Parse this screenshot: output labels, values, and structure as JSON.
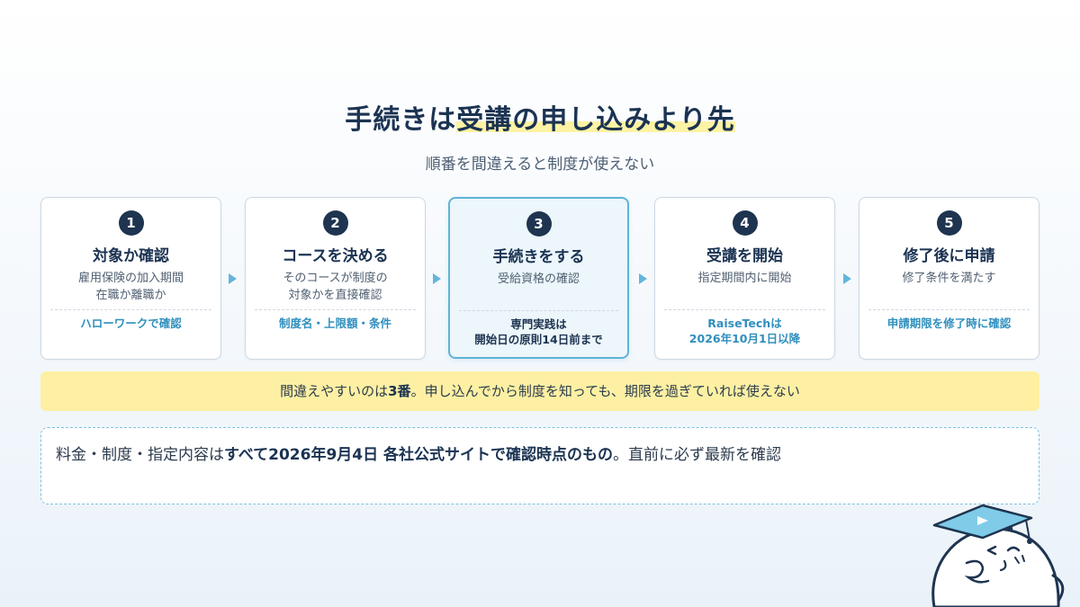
{
  "header": {
    "title_pre": "手続きは",
    "title_highlight": "受講の申し込みより先",
    "subtitle": "順番を間違えると制度が使えない"
  },
  "steps": [
    {
      "number": "1",
      "title": "対象か確認",
      "desc": "雇用保険の加入期間\n在職か離職か",
      "note": "ハローワークで確認"
    },
    {
      "number": "2",
      "title": "コースを決める",
      "desc": "そのコースが制度の\n対象かを直接確認",
      "note": "制度名・上限額・条件"
    },
    {
      "number": "3",
      "title": "手続きをする",
      "desc": "受給資格の確認",
      "note": "専門実践は\n開始日の原則14日前まで"
    },
    {
      "number": "4",
      "title": "受講を開始",
      "desc": "指定期間内に開始",
      "note": "RaiseTechは\n2026年10月1日以降"
    },
    {
      "number": "5",
      "title": "修了後に申請",
      "desc": "修了条件を満たす",
      "note": "申請期限を修了時に確認"
    }
  ],
  "warning": {
    "pre": "間違えやすいのは",
    "strong": "3番",
    "post": "。申し込んでから制度を知っても、期限を過ぎていれば使えない"
  },
  "notice": {
    "pre": "料金・制度・指定内容は",
    "strong": "すべて2026年9月4日 各社公式サイトで確認時点のもの",
    "post": "。直前に必ず最新を確認"
  },
  "colors": {
    "navy": "#1e3450",
    "accent_blue": "#2f8fbd",
    "highlight_yellow": "#fdf0a3",
    "active_card_bg": "#ecf6fb",
    "active_card_border": "#5fb3d7"
  },
  "icons": {
    "arrow": "triangle-right-icon",
    "mascot": "graduate-mascot-icon"
  }
}
